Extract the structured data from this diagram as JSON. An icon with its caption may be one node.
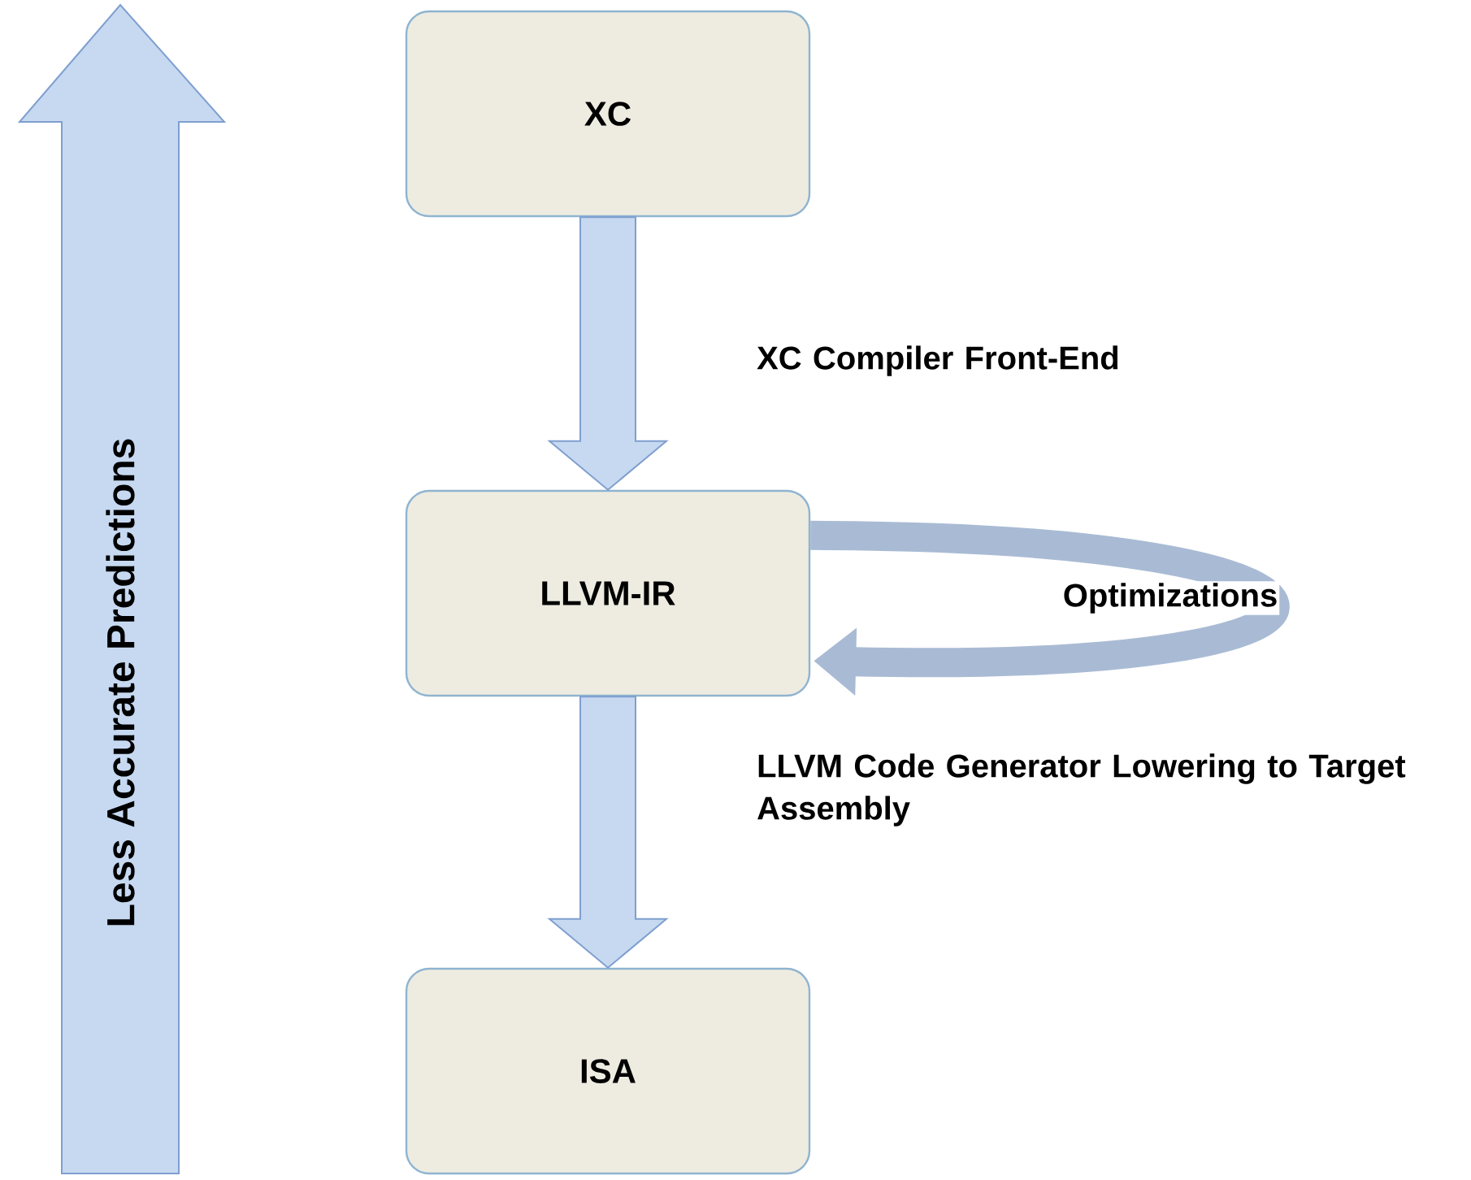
{
  "diagram": {
    "nodes": [
      {
        "text": [
          "XC"
        ]
      },
      {
        "text": [
          "LLVM-IR"
        ]
      },
      {
        "text": [
          "ISA"
        ]
      }
    ],
    "edges": [
      {
        "from": 0,
        "to": 1,
        "arrow": "to",
        "label": "XC Compiler Front-End"
      },
      {
        "from": 1,
        "to": 2,
        "arrow": "to",
        "label": "LLVM Code Generator Lowering to Target Assembly"
      },
      {
        "from": 1,
        "to": 1,
        "arrow": "to",
        "label": "Optimizations"
      }
    ],
    "labels": [
      "Less Accurate Predictions"
    ]
  }
}
